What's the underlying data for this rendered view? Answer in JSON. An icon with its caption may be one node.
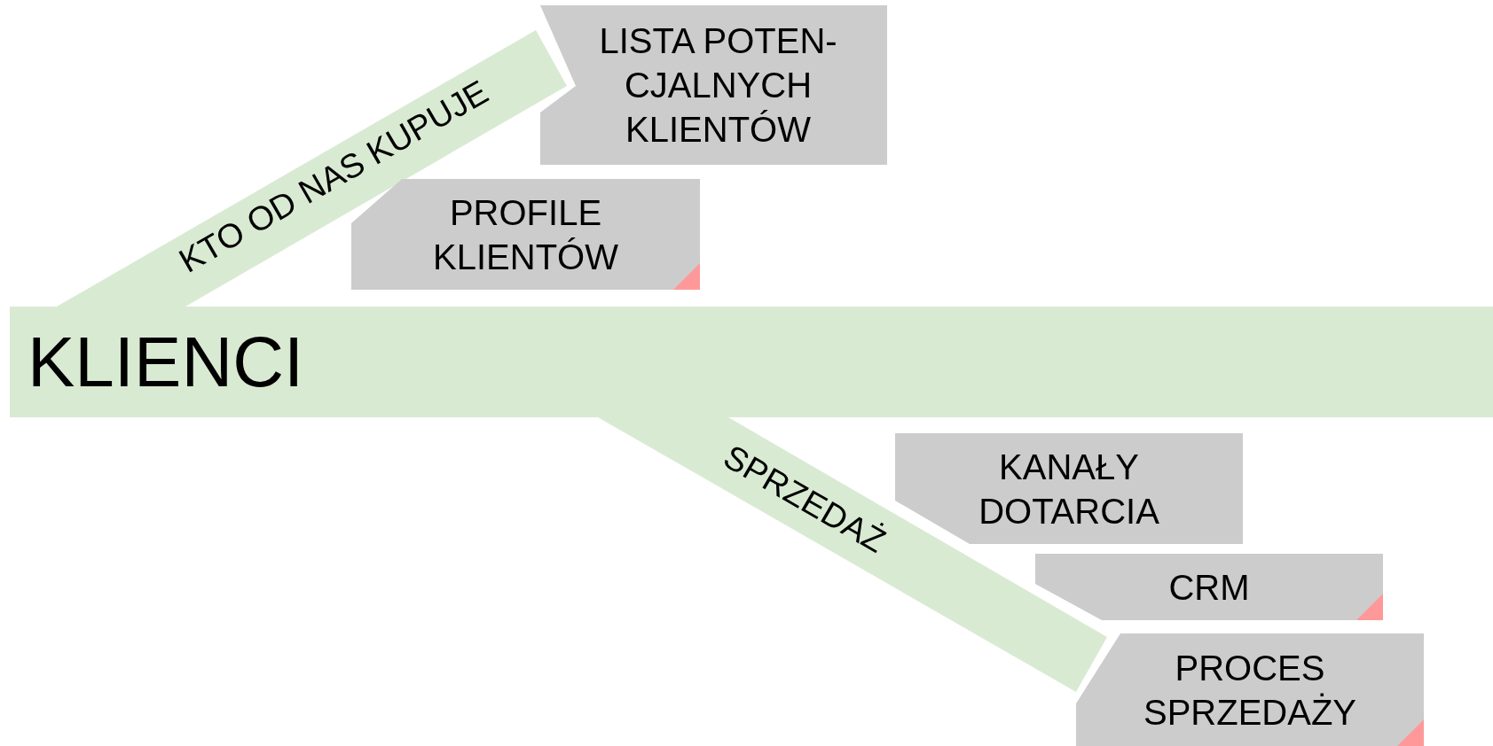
{
  "diagram": {
    "nodes": [
      {
        "text": [
          "KLIENCI"
        ]
      },
      {
        "text": [
          "KTO OD NAS KUPUJE"
        ]
      },
      {
        "text": [
          "LISTA POTEN- CJALNYCH KLIENTÓW"
        ]
      },
      {
        "text": [
          "PROFILE KLIENTÓW"
        ]
      },
      {
        "text": [
          "SPRZEDAŻ"
        ]
      },
      {
        "text": [
          "KANAŁY DOTARCIA"
        ]
      },
      {
        "text": [
          "CRM"
        ]
      },
      {
        "text": [
          "PROCES SPRZEDAŻY"
        ]
      }
    ]
  }
}
